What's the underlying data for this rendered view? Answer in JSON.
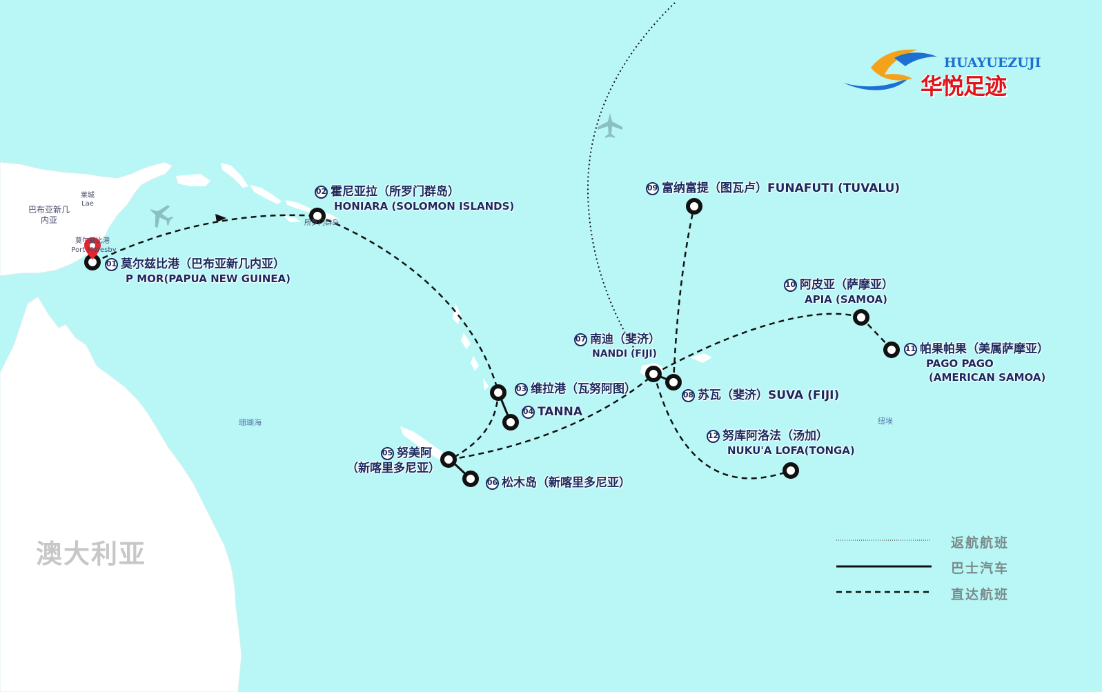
{
  "map": {
    "country_label": "澳大利亚",
    "region_labels": {
      "png_country": "巴布亚新几内亚",
      "lae_cn": "莱城",
      "lae_en": "Lae",
      "port_moresby_cn": "莫尔兹比港",
      "port_moresby_en": "Port Moresby",
      "solomon_small": "所罗门群岛",
      "coral_sea": "珊瑚海",
      "niue": "纽埃"
    }
  },
  "logo": {
    "latin": "HUAYUEZUJI",
    "cn": "华悦足迹"
  },
  "stops": [
    {
      "num": "01",
      "cn": "莫尔兹比港（巴布亚新几内亚）",
      "en": "P MOR(PAPUA NEW GUINEA)"
    },
    {
      "num": "02",
      "cn": "霍尼亚拉（所罗门群岛）",
      "en": "HONIARA (SOLOMON ISLANDS)"
    },
    {
      "num": "03",
      "cn": "维拉港（瓦努阿图）",
      "en": ""
    },
    {
      "num": "04",
      "cn": "TANNA",
      "en": ""
    },
    {
      "num": "05",
      "cn": "努美阿",
      "en": "（新喀里多尼亚）"
    },
    {
      "num": "06",
      "cn": "松木岛（新喀里多尼亚）",
      "en": ""
    },
    {
      "num": "07",
      "cn": "南迪（斐济）",
      "en": "NANDI (FIJI)"
    },
    {
      "num": "08",
      "cn": "苏瓦（斐济）SUVA (FIJI)",
      "en": ""
    },
    {
      "num": "09",
      "cn": "富纳富提（图瓦卢）FUNAFUTI (TUVALU)",
      "en": ""
    },
    {
      "num": "10",
      "cn": "阿皮亚（萨摩亚）",
      "en": "APIA (SAMOA)"
    },
    {
      "num": "11",
      "cn": "帕果帕果（美属萨摩亚）",
      "en": "PAGO PAGO"
    },
    {
      "num": "12",
      "cn": "努库阿洛法（汤加）",
      "en": "NUKU'A LOFA(TONGA)"
    }
  ],
  "stop11_extra": "(AMERICAN SAMOA)",
  "legend": [
    {
      "style": "dotted",
      "label": "返航航班"
    },
    {
      "style": "solid",
      "label": "巴士汽车"
    },
    {
      "style": "dashed",
      "label": "直达航班"
    }
  ],
  "colors": {
    "ocean": "#b9f7f7",
    "land": "#ffffff",
    "route": "#111111",
    "label": "#1b2a5e",
    "marker": "#e8242c",
    "logo_red": "#e0141a",
    "logo_blue": "#1d6fd0"
  },
  "icons": [
    "plane-icon",
    "location-pin-icon"
  ]
}
